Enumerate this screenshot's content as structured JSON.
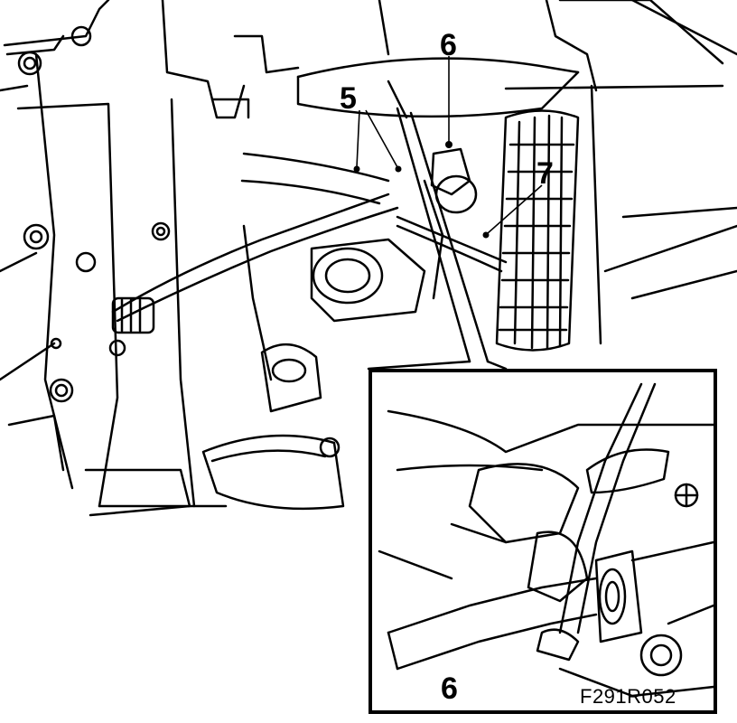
{
  "diagram": {
    "callouts": [
      {
        "id": "callout-5",
        "label": "5"
      },
      {
        "id": "callout-6-main",
        "label": "6"
      },
      {
        "id": "callout-7",
        "label": "7"
      },
      {
        "id": "callout-6-inset",
        "label": "6"
      }
    ],
    "figure_code": "F291R052",
    "colors": {
      "ink": "#000000",
      "paper": "#ffffff"
    }
  }
}
